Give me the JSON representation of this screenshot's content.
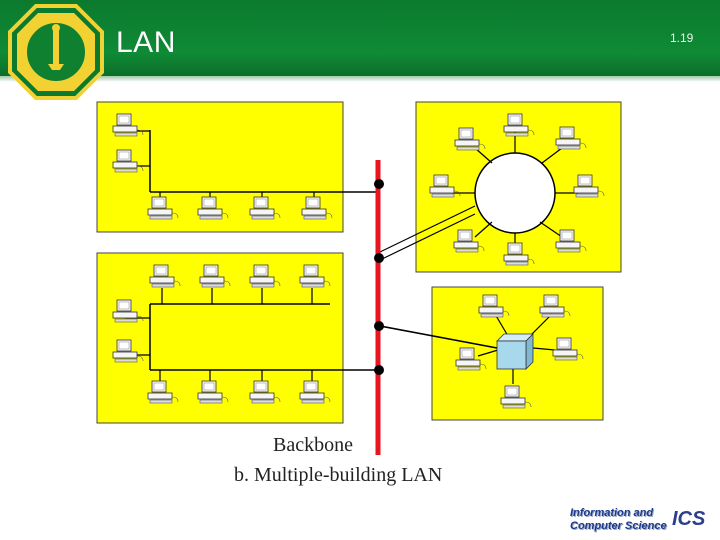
{
  "slide": {
    "title": "LAN",
    "number": "1.19"
  },
  "diagram": {
    "backbone_label": "Backbone",
    "caption": "b. Multiple-building LAN",
    "colors": {
      "building_fill": "#ffff00",
      "backbone": "#e8141e",
      "wire": "#000000",
      "hub": "#a8d8ec",
      "header_green": "#0f8a35"
    }
  },
  "footer": {
    "line1": "Information and",
    "line2": "Computer Science",
    "mark": "ICS"
  },
  "icons": [
    "university-seal-icon",
    "computer-icon",
    "hub-icon",
    "ics-logo-icon"
  ]
}
